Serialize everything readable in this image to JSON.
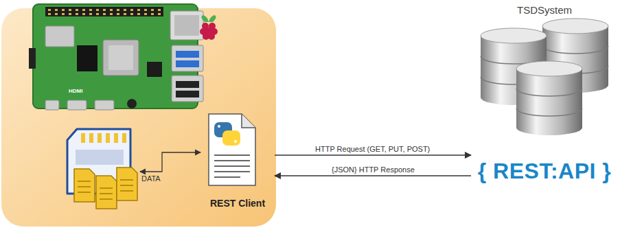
{
  "diagram": {
    "nodes": [
      {
        "text": [
          "REST Client"
        ]
      },
      {
        "text": [
          "TSDSystem",
          "{ REST:API }"
        ]
      }
    ],
    "edges": [
      {
        "from": 0,
        "to": 1,
        "label": "HTTP Request (GET, PUT, POST)",
        "arrow": "to"
      },
      {
        "from": 1,
        "to": 0,
        "label": "{JSON} HTTP Response",
        "arrow": "to"
      }
    ],
    "labels": [
      "DATA",
      "HDMI"
    ]
  }
}
